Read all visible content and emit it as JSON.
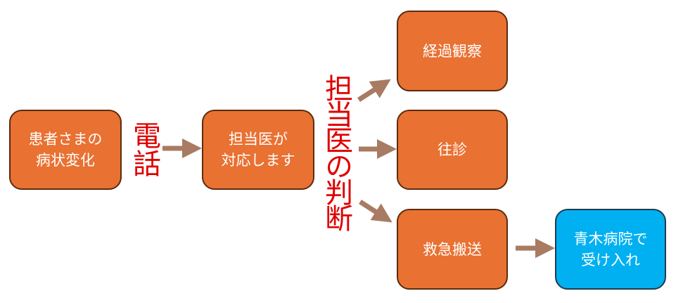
{
  "nodes": {
    "patient": {
      "line1": "患者さまの",
      "line2": "病状変化"
    },
    "doctor": {
      "line1": "担当医が",
      "line2": "対応します"
    },
    "observe": {
      "label": "経過観察"
    },
    "visit": {
      "label": "往診"
    },
    "emergency": {
      "label": "救急搬送"
    },
    "hospital": {
      "line1": "青木病院で",
      "line2": "受け入れ"
    }
  },
  "labels": {
    "phone": "電話",
    "judgment": "担当医の判断"
  },
  "colors": {
    "box": "#e97132",
    "hospital": "#00b0f0",
    "arrow": "#a87b62",
    "label": "#e00000"
  }
}
